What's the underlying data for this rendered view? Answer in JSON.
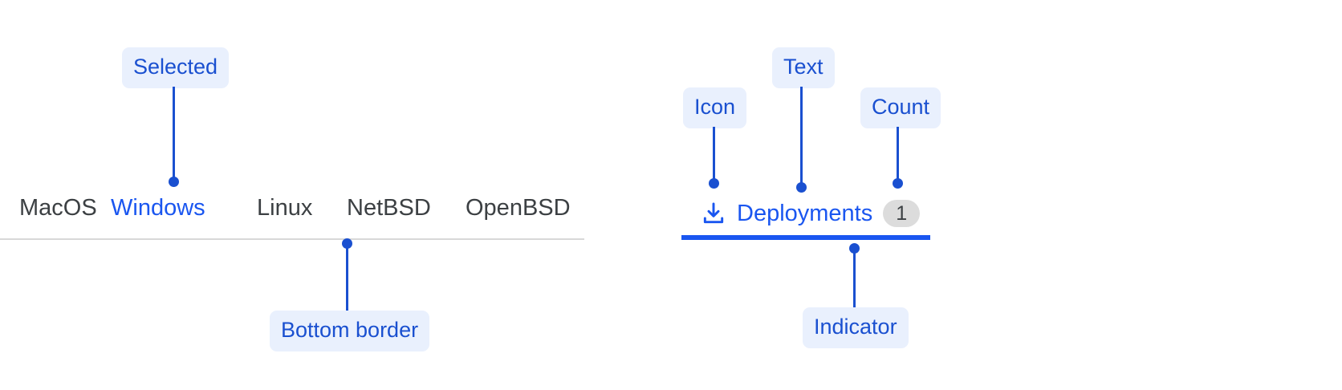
{
  "left_example": {
    "tabs": [
      {
        "label": "MacOS",
        "selected": false
      },
      {
        "label": "Windows",
        "selected": true
      },
      {
        "label": "Linux",
        "selected": false
      },
      {
        "label": "NetBSD",
        "selected": false
      },
      {
        "label": "OpenBSD",
        "selected": false
      }
    ],
    "annotations": {
      "selected": "Selected",
      "bottom_border": "Bottom border"
    }
  },
  "right_example": {
    "tab": {
      "icon": "download-icon",
      "label": "Deployments",
      "count": "1",
      "selected": true
    },
    "annotations": {
      "icon": "Icon",
      "text": "Text",
      "count": "Count",
      "indicator": "Indicator"
    }
  },
  "colors": {
    "accent_blue": "#1a56f0",
    "annotation_blue": "#1a50d0",
    "annotation_pill_bg": "#e9f0fd",
    "tab_text": "#3c4043",
    "divider": "#d8d8d8",
    "badge_bg": "#dcdcdc"
  }
}
